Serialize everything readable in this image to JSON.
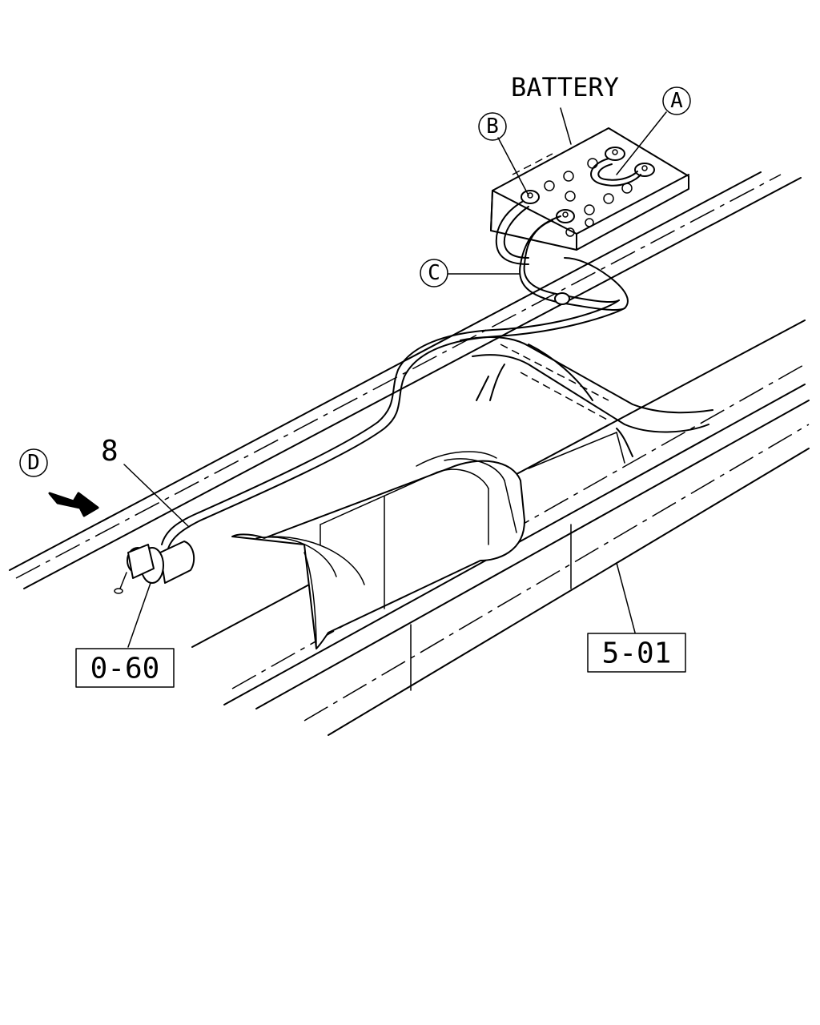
{
  "labels": {
    "battery": "BATTERY",
    "callout_a": "A",
    "callout_b": "B",
    "callout_c": "C",
    "callout_d": "D",
    "part_number": "8",
    "ref_0_60": "0-60",
    "ref_5_01": "5-01"
  }
}
